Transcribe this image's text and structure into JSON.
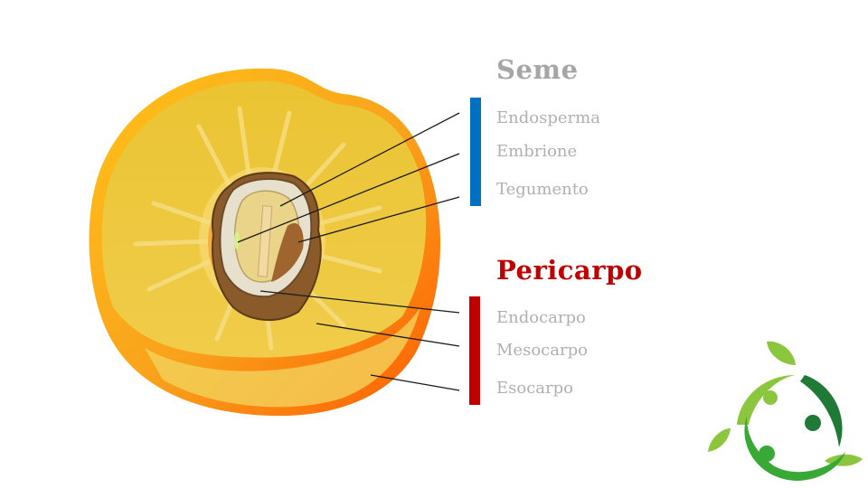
{
  "groups": {
    "seed": {
      "title": "Seme",
      "color": "#a6a6a6",
      "bar_color": "#0070c0",
      "items": [
        "Endosperma",
        "Embrione",
        "Tegumento"
      ]
    },
    "pericarp": {
      "title": "Pericarpo",
      "color": "#c00000",
      "bar_color": "#c00000",
      "items": [
        "Endocarpo",
        "Mesocarpo",
        "Esocarpo"
      ]
    }
  },
  "illustration": {
    "subject": "peach-cross-section",
    "colors": {
      "flesh": "#f0c832",
      "flesh_light": "#f4d86a",
      "skin": "#ff6a00",
      "skin_outer": "#f9a11b",
      "stone": "#8a5a2b",
      "stone_inner": "#e8e0c8",
      "seed": "#e9d48a",
      "embryo": "#d8f08a"
    }
  },
  "logo": {
    "name": "leaf-circle-logo",
    "colors": {
      "light": "#8cc63f",
      "mid": "#39a935",
      "dark": "#1e7a34"
    }
  }
}
